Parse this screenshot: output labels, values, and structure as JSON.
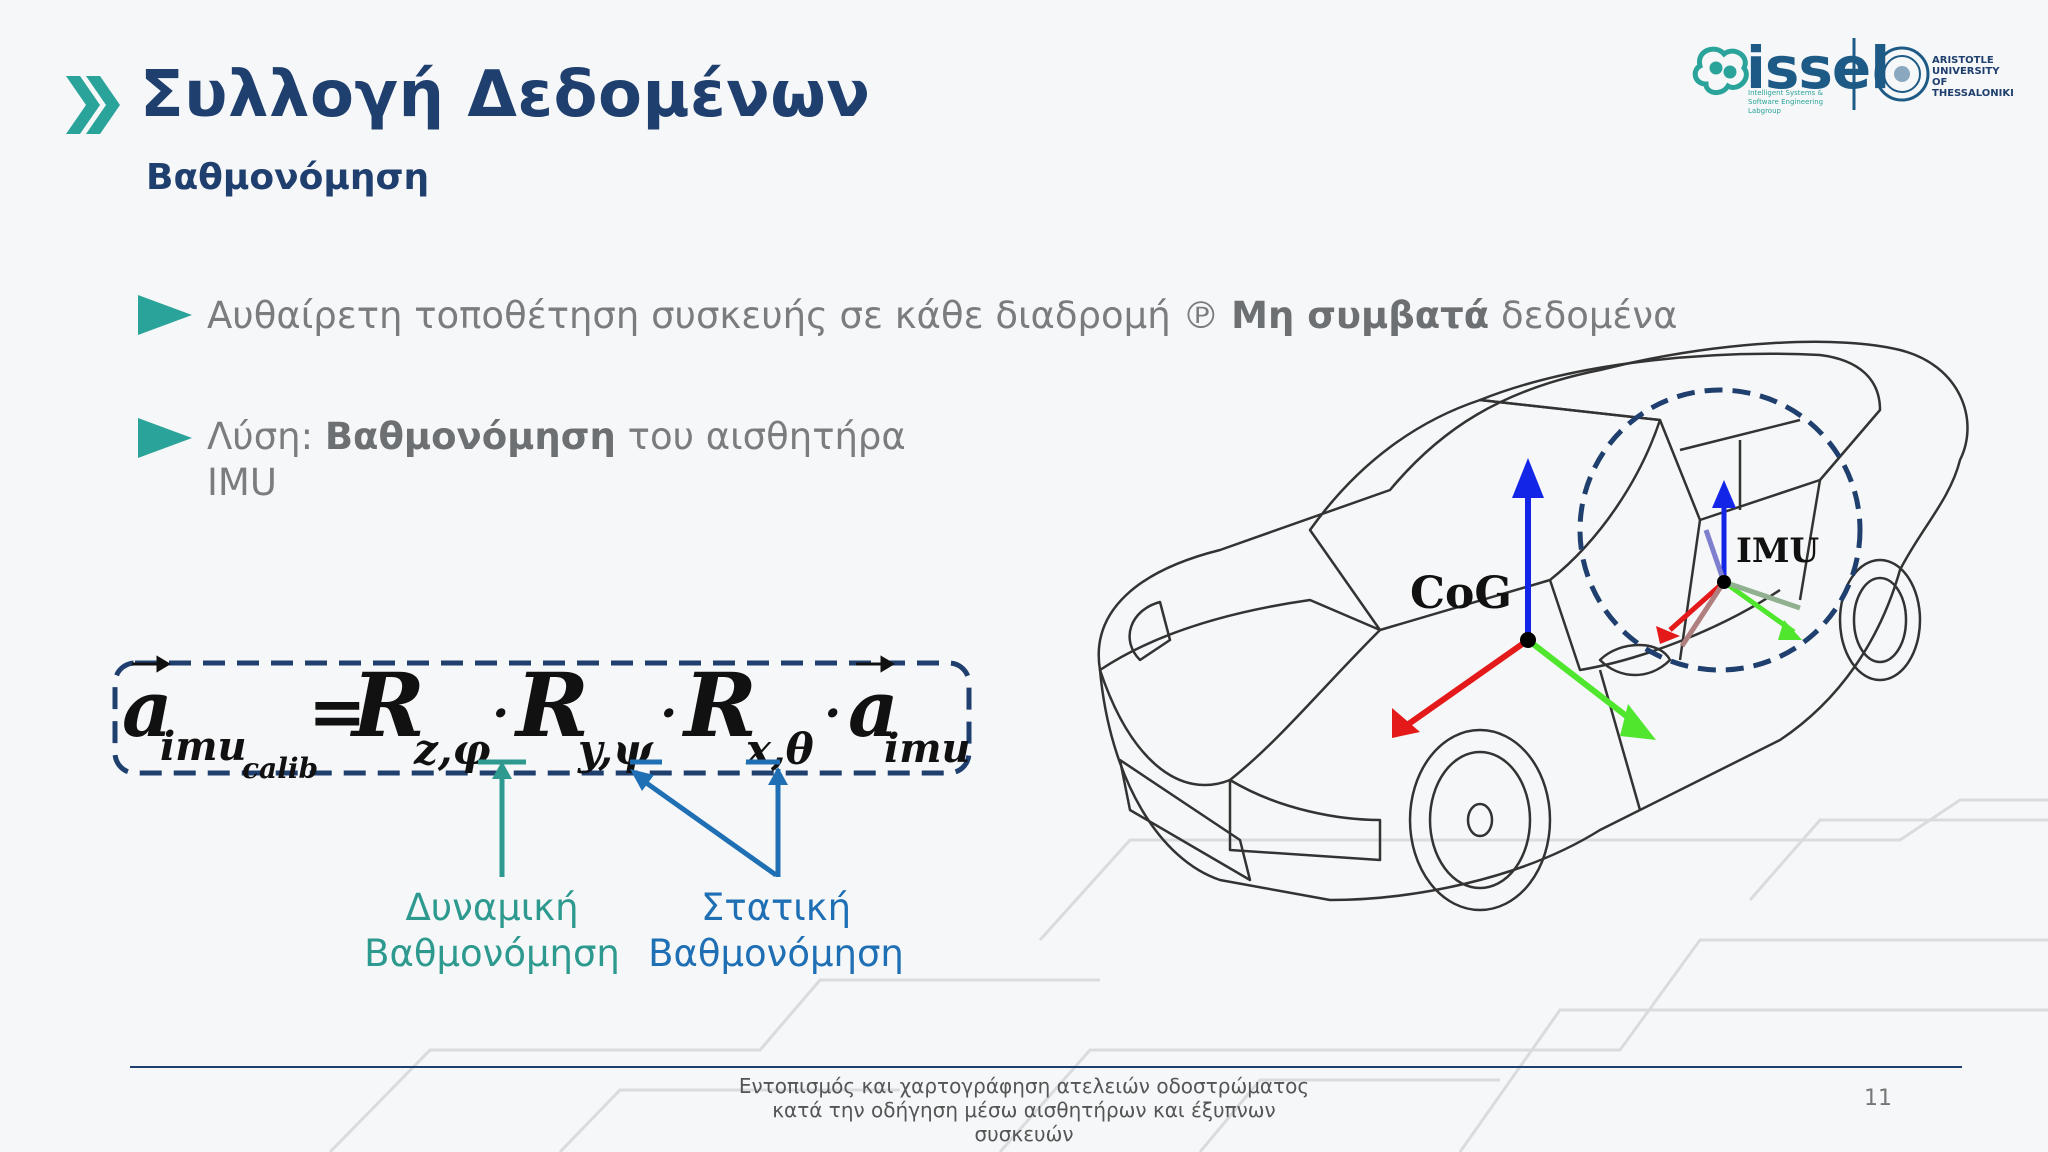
{
  "header": {
    "title": "Συλλογή Δεδομένων",
    "subtitle": "Βαθμονόμηση"
  },
  "logos": {
    "issel_name": "issel",
    "issel_tagline": "Intelligent Systems & Software Engineering Labgroup",
    "university": "ARISTOTLE UNIVERSITY OF THESSALONIKI"
  },
  "bullets": [
    {
      "pre": "Αυθαίρετη τοποθέτηση συσκευής σε κάθε διαδρομή ℗ ",
      "bold": "Μη συμβατά",
      "post": " δεδομένα"
    },
    {
      "pre": "Λύση: ",
      "bold": "Βαθμονόμηση",
      "post": " του αισθητήρα",
      "line2": "IMU"
    }
  ],
  "formula": {
    "a": "a",
    "imu": "imu",
    "calib": "calib",
    "equals": "=",
    "R": "R",
    "dot": "·",
    "sub_z": "z,φ",
    "sub_y": "y,ψ",
    "sub_x": "x,θ"
  },
  "annotations": {
    "dynamic_line1": "Δυναμική",
    "dynamic_line2": "Βαθμονόμηση",
    "static_line1": "Στατική",
    "static_line2": "Βαθμονόμηση"
  },
  "diagram": {
    "cog_label": "CoG",
    "imu_label": "IMU"
  },
  "footer": {
    "text": "Εντοπισμός και χαρτογράφηση ατελειών οδοστρώματος κατά την οδήγηση μέσω αισθητήρων και έξυπνων συσκευών",
    "page": "11"
  },
  "colors": {
    "title": "#1f3f6e",
    "teal": "#2e9a8f",
    "blue": "#1f6fb5",
    "axis_red": "#e41a1a",
    "axis_green": "#4fe62d",
    "axis_blue": "#1326e8"
  }
}
